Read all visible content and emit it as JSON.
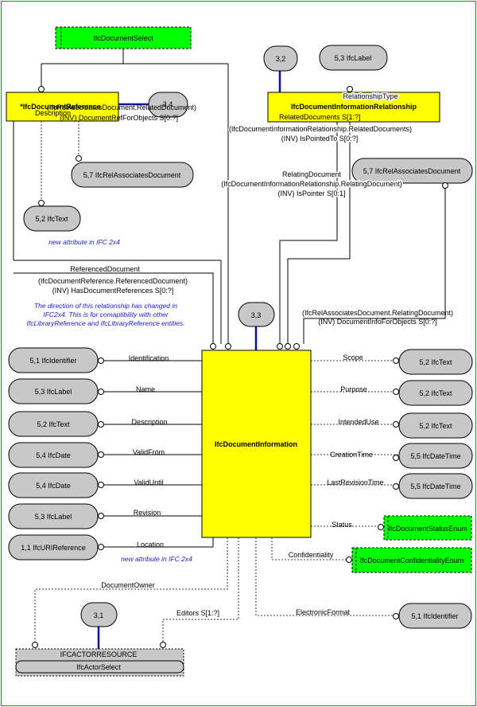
{
  "entities": {
    "document_information": "IfcDocumentInformation",
    "document_reference": "*IfcDocumentReference",
    "information_relationship": "IfcDocumentInformationRelationship",
    "document_select": "IfcDocumentSelect",
    "actor_resource": "IFCACTORRESOURCE",
    "actor_select": "IfcActorSelect",
    "status_enum": "IfcDocumentStatusEnum",
    "confidentiality_enum": "IfcDocumentConfidentialityEnum"
  },
  "page_refs": {
    "ref_3_4": "3,4",
    "ref_3_2": "3,2",
    "ref_5_3_label_top": "5,3 IfcLabel",
    "ref_5_7_assoc_left": "5,7 IfcRelAssociatesDocument",
    "ref_5_7_assoc_right": "5,7 IfcRelAssociatesDocument",
    "ref_5_2_text_left": "5,2 IfcText",
    "ref_3_3": "3,3",
    "ref_3_1": "3,1",
    "left_types": [
      "5,1 IfcIdentifier",
      "5,3 IfcLabel",
      "5,2 IfcText",
      "5,4 IfcDate",
      "5,4 IfcDate",
      "5,3 IfcLabel",
      "1,1 IfcURIReference"
    ],
    "right_types": [
      "5,2 IfcText",
      "5,2 IfcText",
      "5,2 IfcText",
      "5,5 IfcDateTime",
      "5,5 IfcDateTime"
    ],
    "electronic_format_type": "5,1 IfcIdentifier"
  },
  "attributes": {
    "left": [
      "Identification",
      "Name",
      "Description",
      "ValidFrom",
      "ValidUntil",
      "Revision",
      "Location"
    ],
    "right": [
      "Scope",
      "Purpose",
      "IntendedUse",
      "CreationTime",
      "LastRevisionTime"
    ],
    "status": "Status",
    "confidentiality": "Confidentiality",
    "document_owner": "DocumentOwner",
    "editors": "Editors S[1:?]",
    "electronic_format": "ElectronicFormat"
  },
  "relations": {
    "ref_description": "Description",
    "ref_inverse_1": "(IfcRelAssociatesDocument.RelatedDocument)",
    "ref_inverse_2": "(INV) DocumentRefForObjects S[0:?]",
    "relationship_type": "RelationshipType",
    "related_documents": "RelatedDocuments S[1:?]",
    "is_pointed_to_1": "(IfcDocumentInformationRelationship.RelatedDocuments)",
    "is_pointed_to_2": "(INV) IsPointedTo S[0:?]",
    "relating_document": "RelatingDocument",
    "is_pointer_1": "(IfcDocumentInformationRelationship.RelatingDocument)",
    "is_pointer_2": "(INV) IsPointer S[0:1]",
    "referenced_document": "ReferencedDocument",
    "has_refs_1": "(IfcDocumentReference.ReferencedDocument)",
    "has_refs_2": "(INV) HasDocumentReferences S[0:?]",
    "info_for_objects_1": "(IfcRelAssociatesDocument.RelatingDocument)",
    "info_for_objects_2": "(INV) DocumentInfoForObjects S[0:?]"
  },
  "notes": {
    "new_attr_1": "new attribute in IFC 2x4",
    "direction_1": "The direction of this relationship has changed in",
    "direction_2": "IFC2x4. This is for comaptibility with other",
    "direction_3": "IfcLibraryReference and IfcLibraryReference entities.",
    "new_attr_2": "new attribute in IFC 2x4"
  },
  "colors": {
    "entity_yellow": "#ffff00",
    "select_green": "#00ff00",
    "type_gray": "#c8c8c8",
    "page_ref_blue": "#1010a0",
    "note_blue": "#1a1acc",
    "frame_green": "#00a000"
  }
}
